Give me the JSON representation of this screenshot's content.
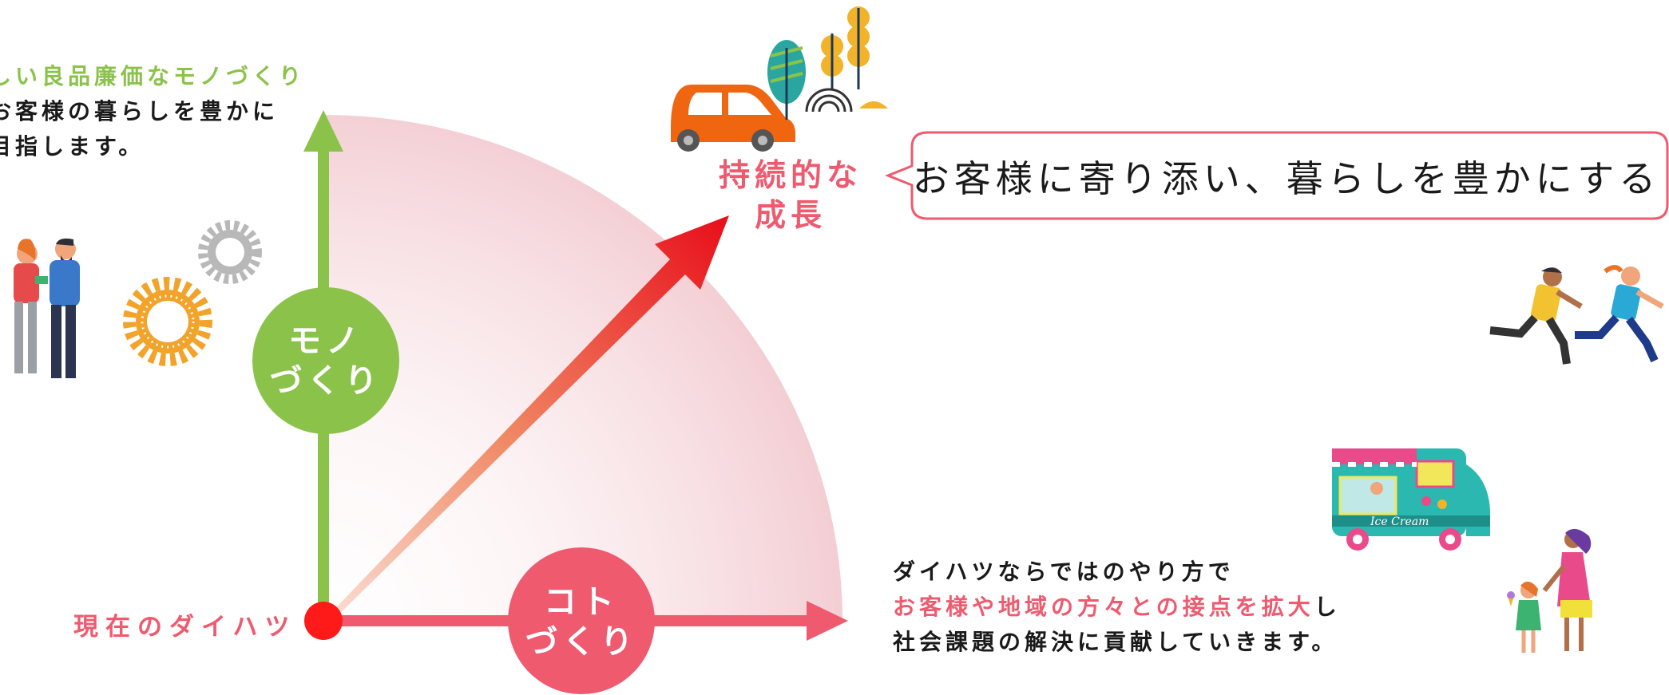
{
  "left_block": {
    "line1": "しい良品廉価なモノづくり",
    "line2": "お客様の暮らしを豊かに",
    "line3": "目指します。"
  },
  "vertical_axis": {
    "label_line1": "モノ",
    "label_line2": "づくり",
    "color": "#8bc34a"
  },
  "horizontal_axis": {
    "label_line1": "コト",
    "label_line2": "づくり",
    "color": "#ef5a6f"
  },
  "origin_label": "現在のダイハツ",
  "growth_label": {
    "line1": "持続的な",
    "line2": "成長"
  },
  "speech_bubble": "お客様に寄り添い、暮らしを豊かにする",
  "bottom_block": {
    "line1": "ダイハツならではのやり方で",
    "line2_highlight": "お客様や地域の方々との接点を拡大",
    "line2_rest": "し",
    "line3": "社会課題の解決に貢献していきます。"
  },
  "truck_sign": "Ice Cream",
  "colors": {
    "green": "#8bc34a",
    "pink": "#ef5a6f",
    "red": "#e8202a",
    "orange": "#ef6510",
    "gear": "#f2a32a"
  },
  "icons": [
    "people-icon",
    "gear-icon",
    "car-icon",
    "trees-icon",
    "runners-icon",
    "ice-cream-truck-icon",
    "mother-child-icon"
  ]
}
